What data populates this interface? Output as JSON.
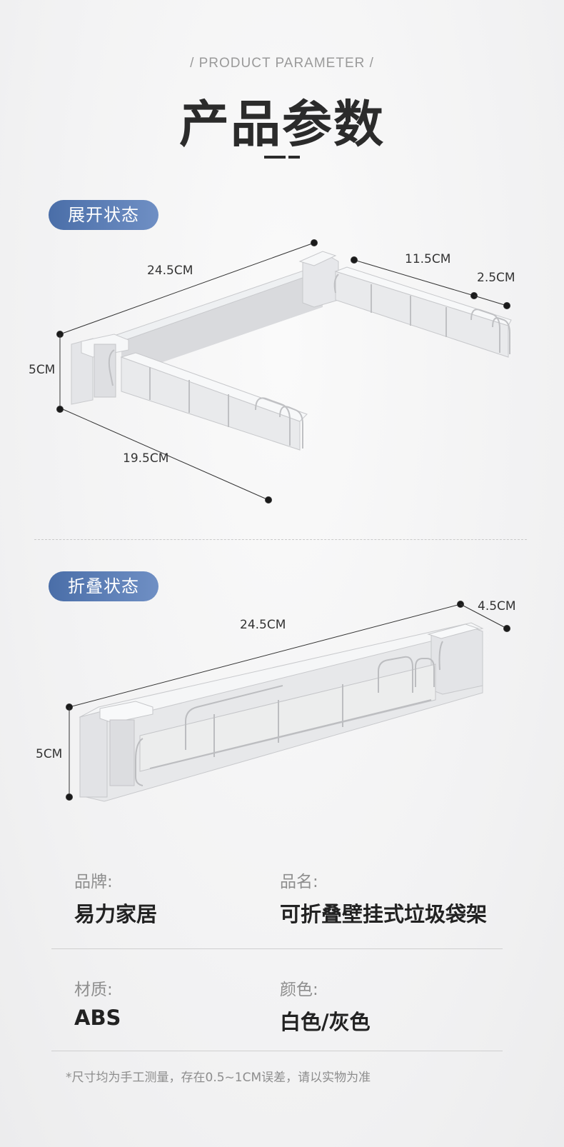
{
  "header": {
    "subtitle": "/ PRODUCT PARAMETER /",
    "title": "产品参数"
  },
  "unfolded": {
    "label": "展开状态",
    "dims": {
      "length": "24.5CM",
      "arm": "11.5CM",
      "hook": "2.5CM",
      "height": "5CM",
      "depth": "19.5CM"
    }
  },
  "folded": {
    "label": "折叠状态",
    "dims": {
      "length": "24.5CM",
      "depth": "4.5CM",
      "height": "5CM"
    }
  },
  "specs": {
    "brand_label": "品牌:",
    "brand_value": "易力家居",
    "name_label": "品名:",
    "name_value": "可折叠壁挂式垃圾袋架",
    "material_label": "材质:",
    "material_value": "ABS",
    "color_label": "颜色:",
    "color_value": "白色/灰色"
  },
  "note": "*尺寸均为手工测量，存在0.5~1CM误差，请以实物为准",
  "colors": {
    "accent_pill": "#5a7db6",
    "title": "#2b2b2b",
    "product": "#e6e7e9"
  }
}
